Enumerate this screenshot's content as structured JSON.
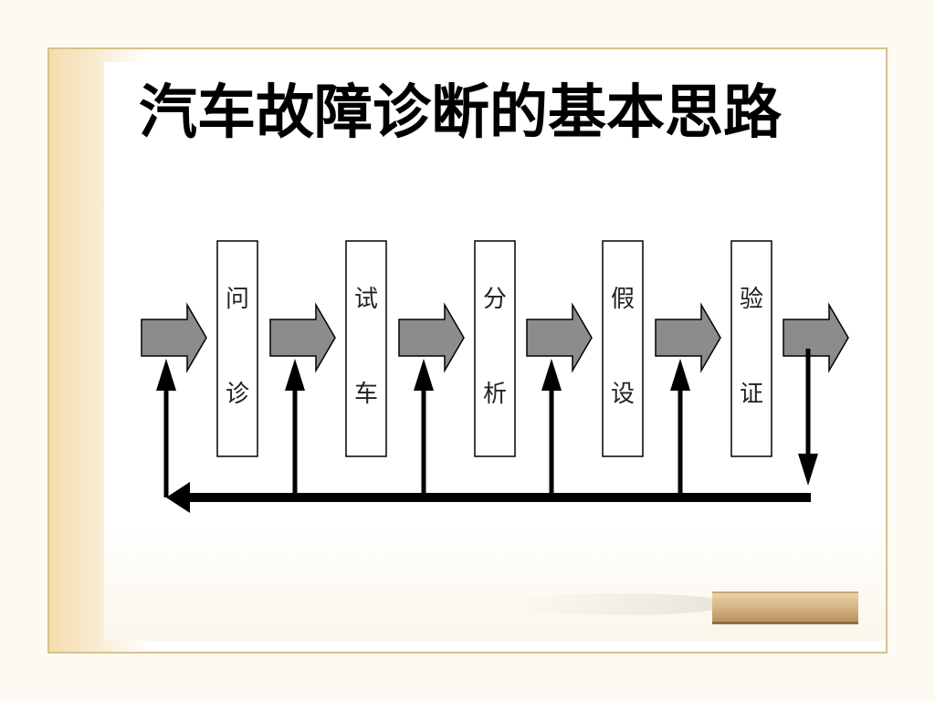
{
  "title": "汽车故障诊断的基本思路",
  "steps": [
    {
      "char1": "问",
      "char2": "诊"
    },
    {
      "char1": "试",
      "char2": "车"
    },
    {
      "char1": "分",
      "char2": "析"
    },
    {
      "char1": "假",
      "char2": "设"
    },
    {
      "char1": "验",
      "char2": "证"
    }
  ],
  "colors": {
    "arrow_fill": "#8c8c8c",
    "box_border": "#000000",
    "feedback_line": "#000000",
    "frame_border": "#d8c28c"
  }
}
